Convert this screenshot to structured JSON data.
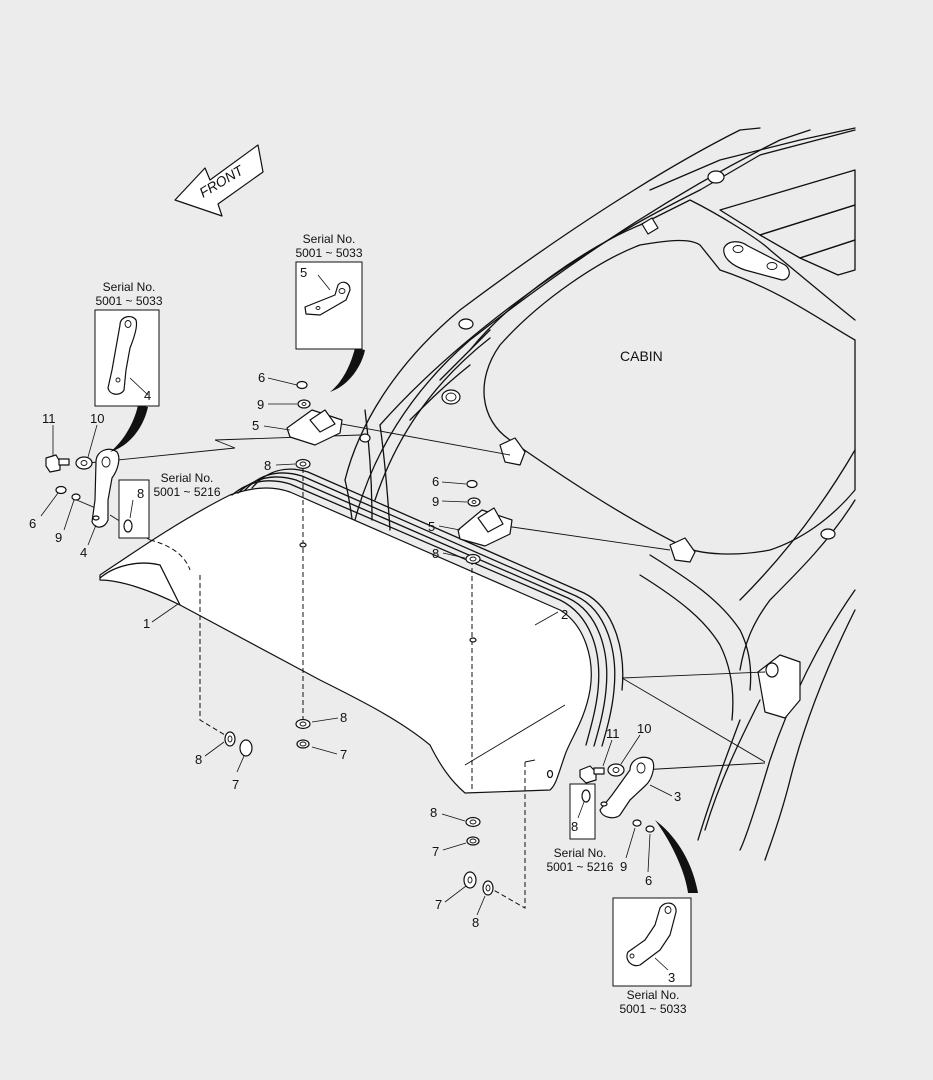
{
  "direction_label": "FRONT",
  "cabin_label": "CABIN",
  "serial_label": "Serial No.",
  "serial_ranges": {
    "a": "5001 ~ 5033",
    "b": "5001 ~ 5216"
  },
  "callouts": {
    "n1": "1",
    "n2": "2",
    "n3": "3",
    "n4": "4",
    "n5": "5",
    "n6": "6",
    "n7": "7",
    "n8": "8",
    "n9": "9",
    "n10": "10",
    "n11": "11"
  }
}
